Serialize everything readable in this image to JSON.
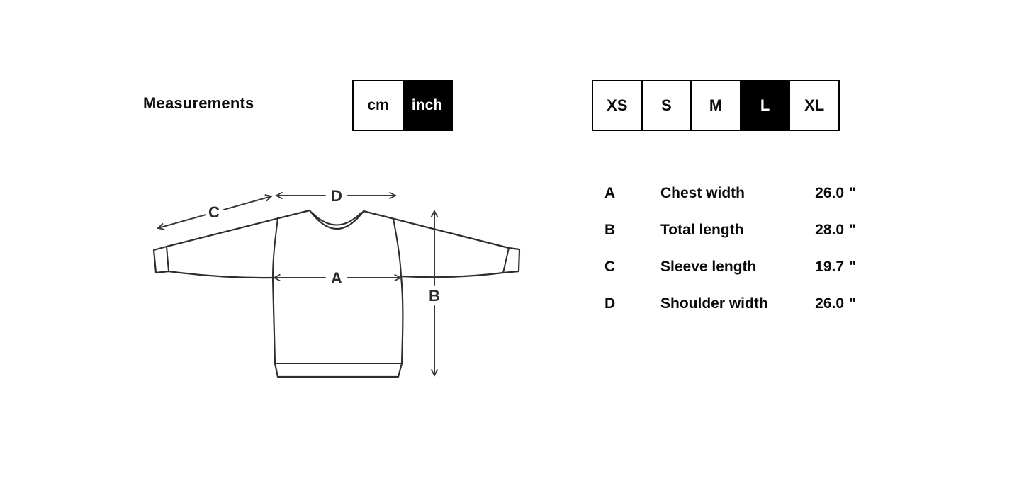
{
  "title": {
    "text": "Measurements"
  },
  "unit_toggle": {
    "options": [
      {
        "label": "cm",
        "selected": false
      },
      {
        "label": "inch",
        "selected": true
      }
    ]
  },
  "size_selector": {
    "options": [
      {
        "label": "XS",
        "selected": false
      },
      {
        "label": "S",
        "selected": false
      },
      {
        "label": "M",
        "selected": false
      },
      {
        "label": "L",
        "selected": true
      },
      {
        "label": "XL",
        "selected": false
      }
    ]
  },
  "diagram": {
    "labels": {
      "a": "A",
      "b": "B",
      "c": "C",
      "d": "D"
    }
  },
  "measurements": {
    "rows": [
      {
        "key": "A",
        "name": "Chest width",
        "value": "26.0",
        "unit": "\""
      },
      {
        "key": "B",
        "name": "Total length",
        "value": "28.0",
        "unit": "\""
      },
      {
        "key": "C",
        "name": "Sleeve length",
        "value": "19.7",
        "unit": "\""
      },
      {
        "key": "D",
        "name": "Shoulder width",
        "value": "26.0",
        "unit": "\""
      }
    ]
  },
  "colors": {
    "selected_bg": "#000000",
    "selected_text": "#ffffff",
    "text": "#111111",
    "line_dark": "#2d2d2d",
    "arrow": "#3a3a3a",
    "border": "#000000",
    "bg": "#ffffff"
  }
}
